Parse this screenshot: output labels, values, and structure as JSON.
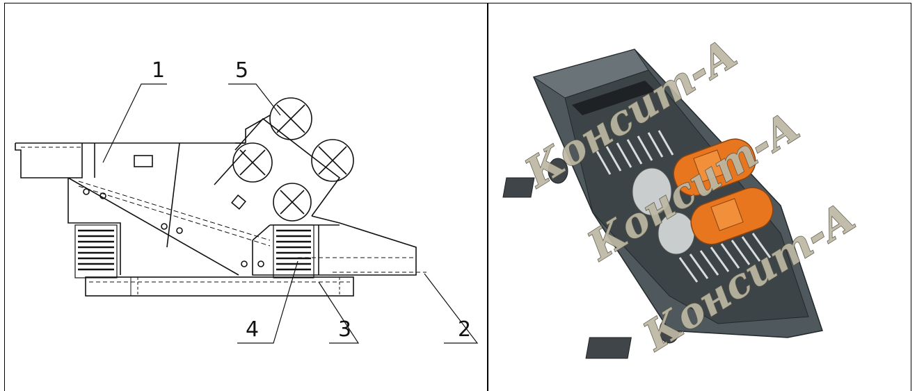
{
  "drawing": {
    "callouts": [
      {
        "id": "1",
        "label": "1"
      },
      {
        "id": "2",
        "label": "2"
      },
      {
        "id": "3",
        "label": "3"
      },
      {
        "id": "4",
        "label": "4"
      },
      {
        "id": "5",
        "label": "5"
      }
    ]
  },
  "render": {
    "watermark": "Консит-А",
    "colors": {
      "motor": "#e8761f",
      "body": "#525c60",
      "line": "#111111"
    }
  }
}
